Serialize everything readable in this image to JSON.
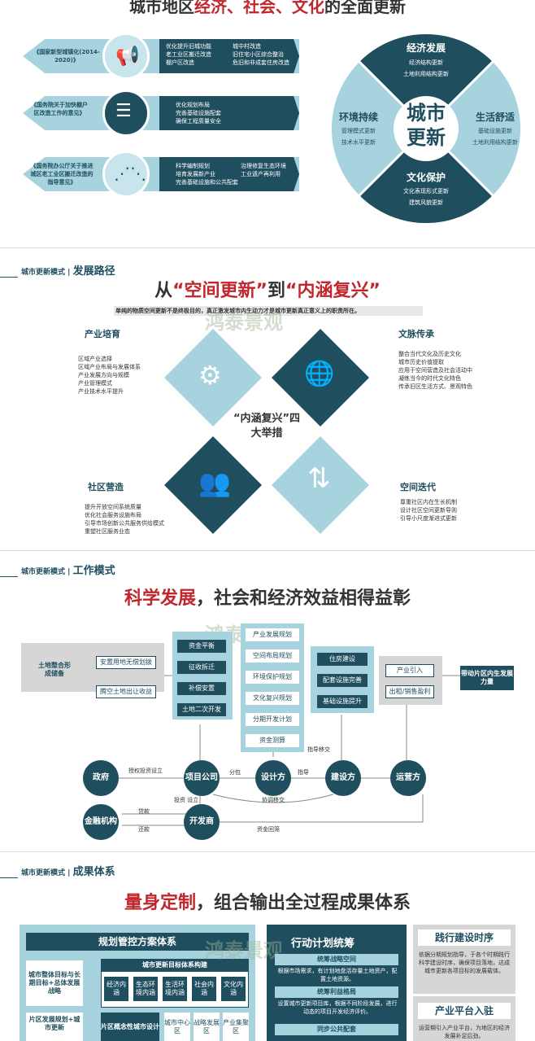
{
  "s1": {
    "title_a": "城市地区",
    "title_b": "经济、社会、文化",
    "title_c": "的全面更新",
    "rows": [
      {
        "doc": "《国家新型城镇化(2014-2020)》",
        "left": [
          "优化提升旧城功能",
          "老工业区搬迁改造",
          "棚户区改造"
        ],
        "right": [
          "城中村改造",
          "旧住宅小区综合整治",
          "危旧和非成套住房改造"
        ]
      },
      {
        "doc": "《国务院关于加快棚户区改造工作的意见》",
        "left": [
          "优化规划布局",
          "完善基础设施配套",
          "确保工程质量安全"
        ],
        "right": []
      },
      {
        "doc": "《国务院办公厅关于推进城区老工业区搬迁改造的指导意见》",
        "left": [
          "科学编制规划",
          "培育发展新产业",
          "完善基础设施和公共配套"
        ],
        "right": [
          "治理修复生态环境",
          "工业遗产再利用"
        ]
      }
    ],
    "wheel": {
      "center": "城市更新",
      "top": {
        "title": "经济发展",
        "items": [
          "经济结构更新",
          "土地利用结构更新"
        ]
      },
      "left": {
        "title": "环境持续",
        "items": [
          "管理模式更新",
          "技术水平更新"
        ]
      },
      "right": {
        "title": "生活舒适",
        "items": [
          "基础设施更新",
          "土地利用结构更新"
        ]
      },
      "bottom": {
        "title": "文化保护",
        "items": [
          "文化表现形式更新",
          "建筑风貌更新"
        ]
      }
    }
  },
  "s2": {
    "header_a": "城市更新模式",
    "header_b": "发展路径",
    "title_a": "从",
    "title_b": "“空间更新”",
    "title_c": "到",
    "title_d": "“内涵复兴”",
    "subtitle": "单纯的物质空间更新不是终极目的，真正激发城市内生动力才是城市更新真正意义上的职责所在。",
    "center": "“内涵复兴”四大举措",
    "q1": {
      "title": "产业培育",
      "items": [
        "区域产业选择",
        "区域产业布局与发展体系",
        "产业发展方向与规模",
        "产业管理模式",
        "产业技术水平提升"
      ]
    },
    "q2": {
      "title": "文脉传承",
      "items": [
        "整合当代文化及历史文化",
        "城市历史价值提取",
        "应用于空间营造及社会活动中",
        "凝练当今的时代文化特色",
        "传承旧区生活方式、景观特色"
      ]
    },
    "q3": {
      "title": "社区营造",
      "items": [
        "提升开放空间系统质量",
        "优化社会服务设施布局",
        "引导市场创新公共服务供给模式",
        "重塑社区服务业态"
      ]
    },
    "q4": {
      "title": "空间迭代",
      "items": [
        "尊重社区内在生长机制",
        "设计社区空间更新导则",
        "引导小尺度渐进式更新"
      ]
    }
  },
  "s3": {
    "header_a": "城市更新模式",
    "header_b": "工作模式",
    "title_a": "科学发展",
    "title_b": "，社会和经济效益相得益彰",
    "land": "土地整合形成储备",
    "land_items": [
      "安置用地无偿划拨",
      "腾空土地出让收益"
    ],
    "col1": [
      "资金平衡",
      "征收拆迁",
      "补偿安置",
      "土地二次开发"
    ],
    "col2": [
      "产业发展规划",
      "空间布局规划",
      "环境保护规划",
      "文化复兴规划",
      "分期开发计划",
      "资金测算"
    ],
    "col3": [
      "住房建设",
      "配套设施完善",
      "基础设施提升"
    ],
    "col4": [
      "产业引入",
      "出租/销售盈利"
    ],
    "result": "带动片区内生发展力量",
    "nodes": {
      "gov": "政府",
      "proj": "项目公司",
      "design": "设计方",
      "build": "建设方",
      "ops": "运营方",
      "fin": "金融机构",
      "dev": "开发商"
    },
    "edges": {
      "e1": "授权投资设立",
      "e2": "分包",
      "e3": "指导",
      "e4": "指导移交",
      "e5": "投资 设立",
      "e6": "协调移交",
      "e7": "贷款",
      "e8": "还款",
      "e9": "资金回笼"
    }
  },
  "s4": {
    "header_a": "城市更新模式",
    "header_b": "成果体系",
    "title_a": "量身定制",
    "title_b": "，组合输出全过程成果体系",
    "p1": {
      "title": "规划管控方案体系",
      "left1": "城市整体目标与长期目标+总体发展战略",
      "left2": "片区发展规划+城市更新",
      "sub_title": "城市更新目标体系构建",
      "subs": [
        "经济内涵",
        "生态环境内涵",
        "生活环境内涵",
        "社会内涵",
        "文化内涵"
      ],
      "concept": "片区概念性城市设计",
      "c2": [
        "城市中心区",
        "战略发展区",
        "产业集聚区"
      ]
    },
    "p2": {
      "title": "行动计划统筹",
      "a_title": "统筹战略空间",
      "a_text": "根据市场需求，有计划地盘活存量土地资产，配置土地资源。",
      "b_title": "统筹利益格局",
      "b_text": "设置城市更新项目库，根据不同阶段发展，进行动态的项目开发经济评价。",
      "c_title": "同步公共配套"
    },
    "p3": {
      "a_title": "践行建设时序",
      "a_text": "依据分期规划指导，于各个时期践行科学建设时序，确保项目落地，达成城市更新各项目标的发展载体。",
      "b_title": "产业平台入驻",
      "b_text": "运营期引入产业平台，为地区的经济发展补足后劲。"
    }
  },
  "watermark": "鸿泰景观"
}
